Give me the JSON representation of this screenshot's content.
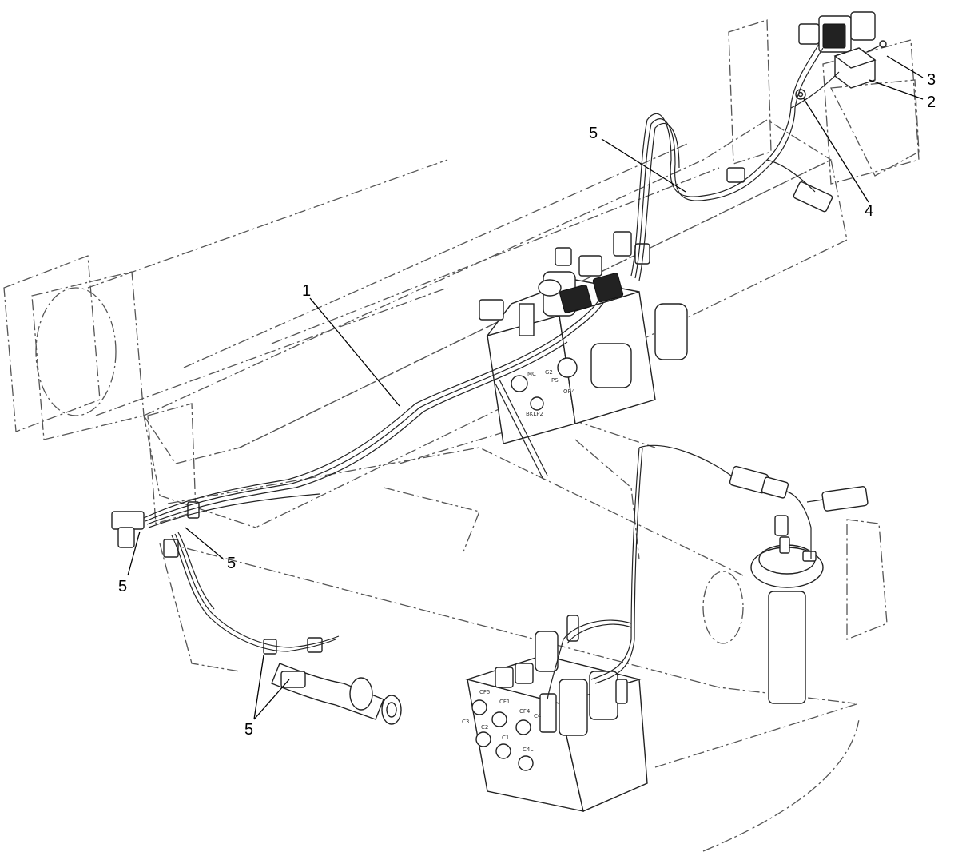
{
  "diagram": {
    "callouts": [
      {
        "id": "c1",
        "label": "1"
      },
      {
        "id": "c2",
        "label": "2"
      },
      {
        "id": "c3",
        "label": "3"
      },
      {
        "id": "c4",
        "label": "4"
      },
      {
        "id": "c5a",
        "label": "5"
      },
      {
        "id": "c5b",
        "label": "5"
      },
      {
        "id": "c5c",
        "label": "5"
      },
      {
        "id": "c5d",
        "label": "5"
      }
    ],
    "port_markings": {
      "upper_block": [
        "G2",
        "MC",
        "PS",
        "OR4",
        "BKLP2"
      ],
      "lower_block": [
        "CF5",
        "CF1",
        "CF4",
        "C2",
        "C3",
        "C1",
        "C4L",
        "C4"
      ]
    }
  }
}
